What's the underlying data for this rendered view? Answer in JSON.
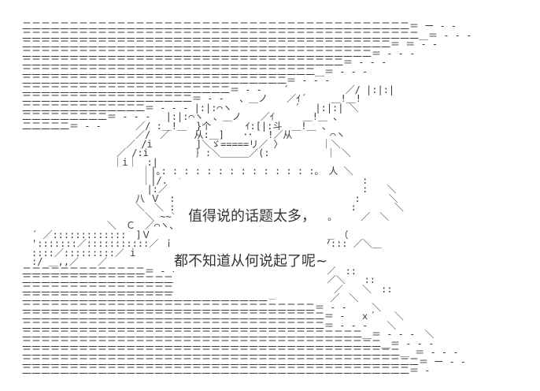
{
  "scene": {
    "description": "ascii-art-panel-with-speech-bubble",
    "colors": {
      "ink": "#3a3a3a",
      "dialogue_ink": "#333333",
      "background": "#ffffff"
    }
  },
  "dialogue": {
    "line1": "值得说的话题太多，",
    "line2": "都不知道从何说起了呢~"
  },
  "art": {
    "lines": [
      "二二二二二二二二二二二二二二二二二二二二二二二二二二二二二二二二二二二二二二二二二＝ ー - -",
      "二二二二二二二二二二二二二二二二二二二二二二二二二二二二二二二二二二二二二二二二二二＿＝ - - ‐",
      "二二二二二二二二二二二二二二二二二二二二二二二二二二二二二二二二二二二二二二二＝ ＝ - -",
      "二二二二二二二二二二二二二二二二二二二二二二二二二二二二二二二二二二二二二＝ ‐ - -",
      "二二二二二二二二二二二二二二二二二二二二二二二二二二二二二二二二二二＝ - - -",
      "二二二二二二二二二二二二二二二二二二二二二二二二二二二二二二二＿＝ - - -",
      "二二二二二二二二二二二二二二二二二二二二二二二二二二二二＝ - - -",
      "二二二二二二二二二二二二二二二二二二二二二二＝ - - 　 ´　　　　　　／/ |:|:|",
      "二二二二二二二二二二二二二二二二二二＝ - - 　、＿ノ　　／ｲ´　　 ＿!＿!",
      "二二二二二二二二二二二二二＝ - - - |:|:⌒ヽ　　　　　　 ´　 |:|:| ＼",
      "二二二二二二二二二＝ - - - 　|:|:⌒ヽ　、＿ノ　　／ｲ　　　＿!＿ 、",
      "二二二二二＝ - - 　　　／/ :＿!＿　}个　　　 ｲ:[|:斗　＿!＿ 、",
      "　　　　　　　　　　　　／/　／　　 从:＿]　　･･　 !／从　　　　⌒ヽ",
      "　　　　　　　　　　　／ /i　　　　 ]＼ゞ=====リ／ 〉　　　　 ｜＼",
      "　　　　　　　　　　／ /:i　　　　　｝:＼＿＿＿／(:　　　　　　｜ ＼",
      "　　　　　　　　　 ｜i｜　:|",
      "　　　　　　　　　　　　 ｜|｡: : : : : : : : : : : : : :｡　人 ＼",
      "　　　　　　　　　　　　 ｜|/.　:　　　　　　　　　　　　　　　　　　　:",
      "　　　　　　　　　　　　  |:／　:　　　　　　　　　　　　　　　　　　　:　　＼",
      "　　　　　　　　　　　　八 Ｖ　:　　　　　　　　　　　　　　　　　　　:　　　＼",
      "　　　　　　　　　　　　＼　＼ :　　　　　　　　　　　　　　　　　　 :　　　　＼",
      "　　　　　　　　　　　　　＼ ~~＼｡: : : : : : : : : : : : :｡　　　／　＼",
      "　　　　　　　　　＼　Ｃ　／⌒ヽ、＿　　∨　　　ｒヘ⌒ヽv --∨",
      "　´ ／:::::::::::::　]Ｖ　　　　⌒ヽ　　　ｒ~＾＼”　　ｉ乂 人＿　（",
      "　':::::::／:::::::::::／ ｉ　　　　　　~~　　　　　　　: i/::: ／＼＿",
      "　::::／:::::::::／ i　　　　　　　　　　　　　八|::/ ／　／",
      "　:/ ＿,,／　　／　　　　　　　　　　　　八:|　:／ ／::",
      "二二二二二二二二二二二二二＝ - - 　八　　 ｉ　　　　　　八!　／／　::",
      "二二二二二二二二二二二二二二二二二＿＝ - - 　　　　　　　　／ !／＼　　::",
      "二二二二二二二二二二二二二二二二二二二二二＿＝ - - 人　　　　　　／　　＼　::",
      "二二二二二二二二二二二二二二二二二二二二二二二二二二＝ - - ‐　　／　＼",
      "二二二二二二二二二二二二二二二二二二二二二二二二二二二二二二二＝ - - 　　＼",
      "二二二二二二二二二二二二二二二二二二二二二二二二二二二二二二二二＝ - 　ｘ´　　＼",
      "二二二二二二二二二二二二二二二二二二二二二二二二二二二二二二二二＝ - - ‐　　＼",
      "二二二二二二二二二二二二二二二二二二二二二二二二二二二二二二二二二二二二＿＝ - - -　＼",
      "二二二二二二二二二二二二二二二二二二二二二二二二二二二二二二二二二二二二二二＿＝ - - -",
      "二二二二二二二二二二二二二二二二二二二二二二二二二二二二二二二二二二二二二二二二＿ ＝ - - ‐",
      "二二二二二二二二二二二二二二二二二二二二二二二二二二二二二二二二二二二二二二二二二二＝ ー - -",
      "二二二二二二二二二二二二二二二二二二二二二二二二二二二二二二二二二二二二二二二二二＝ ‐"
    ]
  }
}
